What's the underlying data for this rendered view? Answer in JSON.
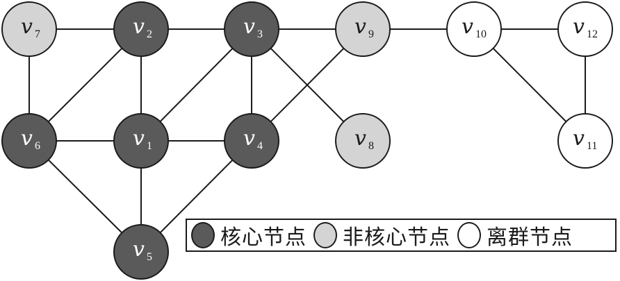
{
  "colors": {
    "core": "#5a5a5a",
    "non_core": "#d4d4d4",
    "outlier": "#ffffff",
    "edge": "#1a1a1a",
    "core_text": "#ffffff",
    "other_text": "#1a1a1a"
  },
  "nodes": [
    {
      "id": "v1",
      "base": "v",
      "sub": "1",
      "type": "core",
      "grid": [
        1,
        1
      ]
    },
    {
      "id": "v2",
      "base": "v",
      "sub": "2",
      "type": "core",
      "grid": [
        1,
        0
      ]
    },
    {
      "id": "v3",
      "base": "v",
      "sub": "3",
      "type": "core",
      "grid": [
        2,
        0
      ]
    },
    {
      "id": "v4",
      "base": "v",
      "sub": "4",
      "type": "core",
      "grid": [
        2,
        1
      ]
    },
    {
      "id": "v5",
      "base": "v",
      "sub": "5",
      "type": "core",
      "grid": [
        1,
        2
      ]
    },
    {
      "id": "v6",
      "base": "v",
      "sub": "6",
      "type": "core",
      "grid": [
        0,
        1
      ]
    },
    {
      "id": "v7",
      "base": "v",
      "sub": "7",
      "type": "non_core",
      "grid": [
        0,
        0
      ]
    },
    {
      "id": "v8",
      "base": "v",
      "sub": "8",
      "type": "non_core",
      "grid": [
        3,
        1
      ]
    },
    {
      "id": "v9",
      "base": "v",
      "sub": "9",
      "type": "non_core",
      "grid": [
        3,
        0
      ]
    },
    {
      "id": "v10",
      "base": "v",
      "sub": "10",
      "type": "outlier",
      "grid": [
        4,
        0
      ]
    },
    {
      "id": "v11",
      "base": "v",
      "sub": "11",
      "type": "outlier",
      "grid": [
        5,
        1
      ]
    },
    {
      "id": "v12",
      "base": "v",
      "sub": "12",
      "type": "outlier",
      "grid": [
        5,
        0
      ]
    }
  ],
  "edges": [
    [
      "v7",
      "v2"
    ],
    [
      "v2",
      "v3"
    ],
    [
      "v3",
      "v9"
    ],
    [
      "v9",
      "v10"
    ],
    [
      "v10",
      "v12"
    ],
    [
      "v7",
      "v6"
    ],
    [
      "v2",
      "v6"
    ],
    [
      "v2",
      "v1"
    ],
    [
      "v3",
      "v1"
    ],
    [
      "v3",
      "v4"
    ],
    [
      "v3",
      "v8"
    ],
    [
      "v9",
      "v4"
    ],
    [
      "v6",
      "v1"
    ],
    [
      "v1",
      "v4"
    ],
    [
      "v6",
      "v5"
    ],
    [
      "v1",
      "v5"
    ],
    [
      "v4",
      "v5"
    ],
    [
      "v10",
      "v11"
    ],
    [
      "v12",
      "v11"
    ]
  ],
  "legend": {
    "items": [
      {
        "type": "core",
        "label": "核心节点"
      },
      {
        "type": "non_core",
        "label": "非核心节点"
      },
      {
        "type": "outlier",
        "label": "离群节点"
      }
    ]
  }
}
